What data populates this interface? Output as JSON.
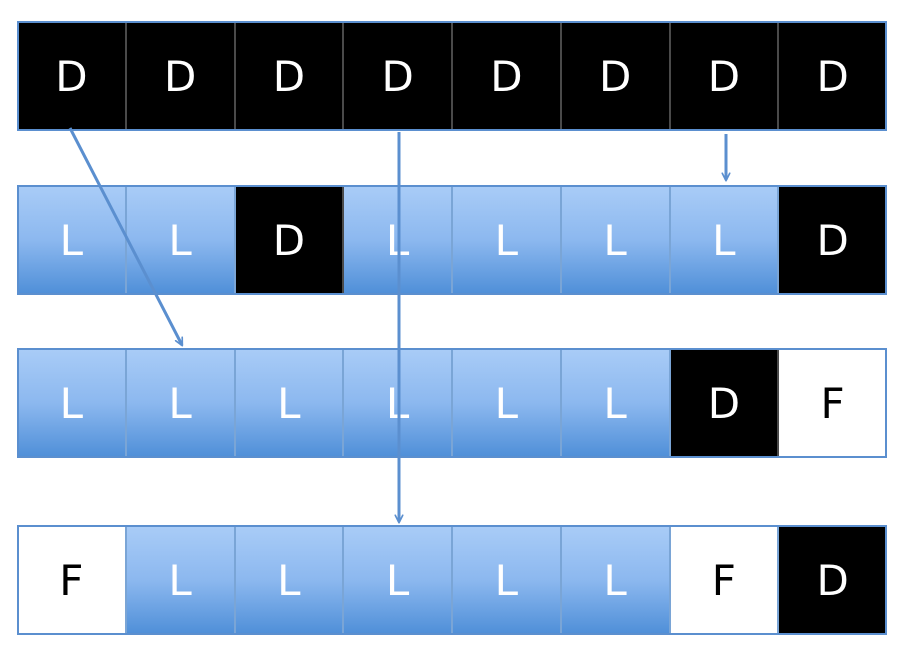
{
  "rows": [
    {
      "cells": [
        "D",
        "D",
        "D",
        "D",
        "D",
        "D",
        "D",
        "D"
      ]
    },
    {
      "cells": [
        "L",
        "L",
        "D",
        "L",
        "L",
        "L",
        "L",
        "D"
      ]
    },
    {
      "cells": [
        "L",
        "L",
        "L",
        "L",
        "L",
        "L",
        "D",
        "F"
      ]
    },
    {
      "cells": [
        "F",
        "L",
        "L",
        "L",
        "L",
        "L",
        "F",
        "D"
      ]
    }
  ],
  "colors": {
    "D": "#000000",
    "L": "#8cb8ef",
    "F": "#ffffff",
    "arrow": "#5b8fcf",
    "border": "#7aa5d6"
  }
}
